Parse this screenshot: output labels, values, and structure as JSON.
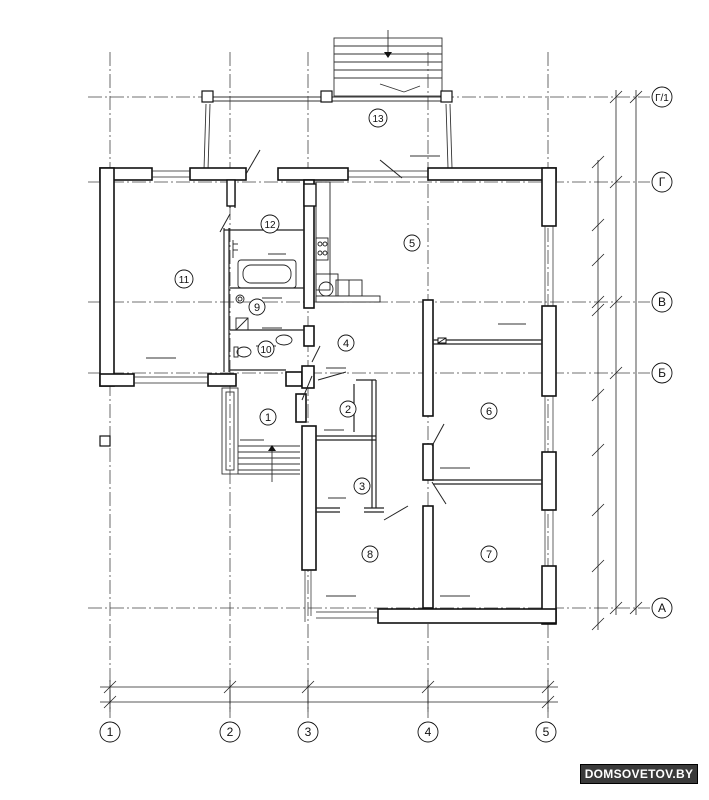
{
  "axes": {
    "vertical": [
      "1",
      "2",
      "3",
      "4",
      "5"
    ],
    "horizontal": [
      "Г/1",
      "Г",
      "В",
      "Б",
      "А"
    ]
  },
  "rooms": [
    "1",
    "2",
    "3",
    "4",
    "5",
    "6",
    "7",
    "8",
    "9",
    "10",
    "11",
    "12",
    "13"
  ],
  "watermark": "DOMSOVETOV.BY"
}
